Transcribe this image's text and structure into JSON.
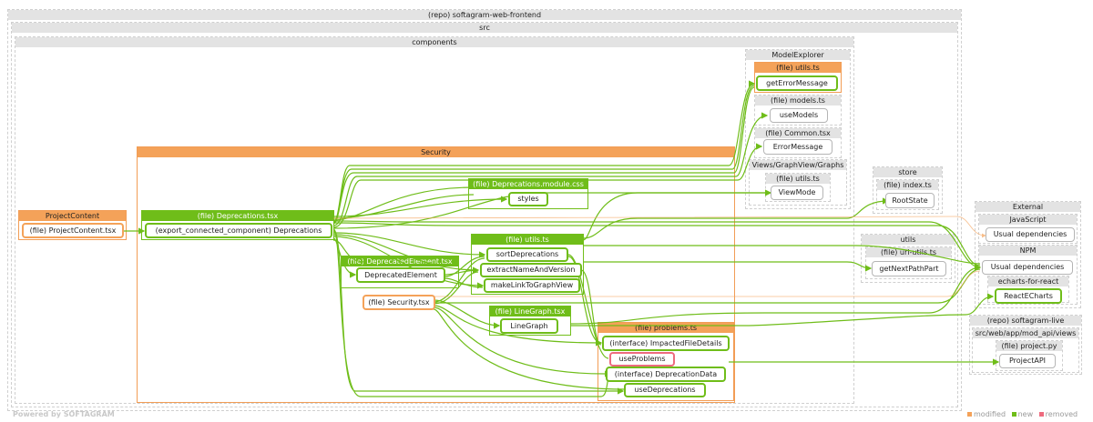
{
  "colors": {
    "modified": "#f4a259",
    "new": "#6fbd19",
    "removed": "#ee6b7e",
    "edge": "#6fbd19"
  },
  "groups": {
    "repo": "(repo) softagram-web-frontend",
    "src": "src",
    "components": "components",
    "model_explorer": "ModelExplorer",
    "me_utils": "(file) utils.ts",
    "me_models": "(file) models.ts",
    "me_common": "(file) Common.tsx",
    "views_graphs": "Views/GraphView/Graphs",
    "vg_utils": "(file) utils.ts",
    "security": "Security",
    "deprecations_tsx": "(file) Deprecations.tsx",
    "deprecations_css": "(file) Deprecations.module.css",
    "sec_utils": "(file) utils.ts",
    "deprecated_element": "(file) DeprecatedElement.tsx",
    "line_graph": "(file) LineGraph.tsx",
    "problems": "(file) problems.ts",
    "project_content": "ProjectContent",
    "store": "store",
    "store_index": "(file) index.ts",
    "utils": "utils",
    "url_utils": "(file) url-utils.ts",
    "external": "External",
    "javascript": "JavaScript",
    "npm": "NPM",
    "echarts": "echarts-for-react",
    "live": "(repo) softagram-live",
    "live_path": "src/web/app/mod_api/views",
    "project_py": "(file) project.py"
  },
  "nodes": {
    "get_error_message": "getErrorMessage",
    "use_models": "useModels",
    "error_message": "ErrorMessage",
    "view_mode": "ViewMode",
    "root_state": "RootState",
    "project_content_file": "(file) ProjectContent.tsx",
    "deprecations_export": "(export_connected_component) Deprecations",
    "styles": "styles",
    "sort_deprecations": "sortDeprecations",
    "extract_name": "extractNameAndVersion",
    "make_link": "makeLinkToGraphView",
    "deprecated_element": "DeprecatedElement",
    "security_file": "(file) Security.tsx",
    "line_graph": "LineGraph",
    "impacted": "(interface) ImpactedFileDetails",
    "use_problems": "useProblems",
    "deprecation_data": "(interface) DeprecationData",
    "use_deprecations": "useDeprecations",
    "get_next_path_part": "getNextPathPart",
    "usual_js": "Usual dependencies",
    "usual_npm": "Usual dependencies",
    "react_echarts": "ReactECharts",
    "project_api": "ProjectAPI"
  },
  "footer": {
    "powered": "Powered by SOFTAGRAM"
  },
  "legend": {
    "modified": "modified",
    "new": "new",
    "removed": "removed"
  }
}
